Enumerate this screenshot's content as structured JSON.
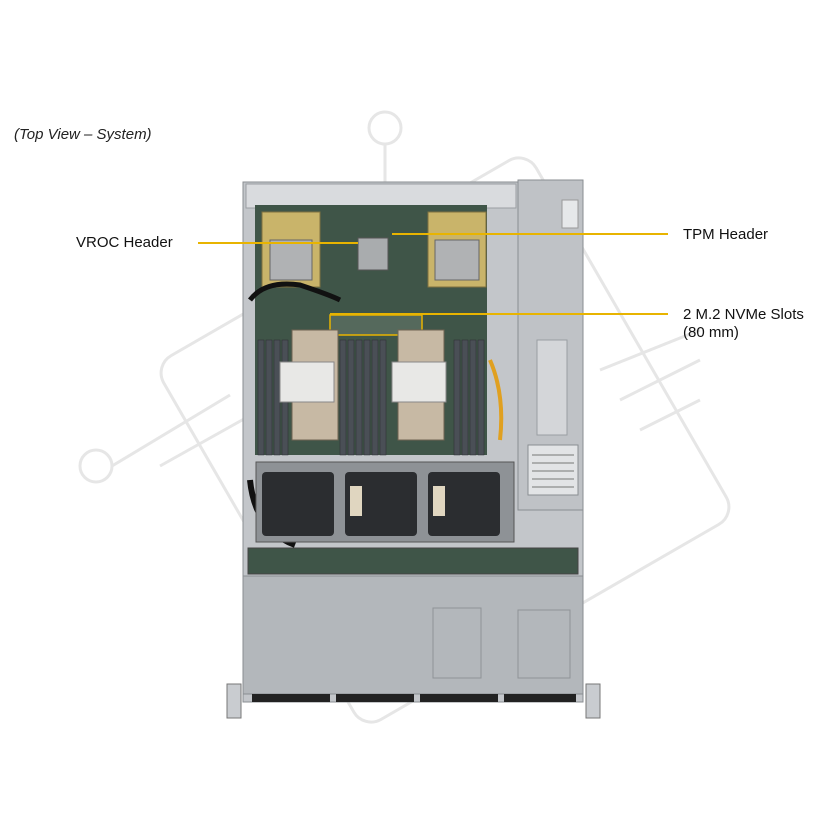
{
  "caption": "(Top View – System)",
  "callouts": {
    "vroc": "VROC Header",
    "tpm": "TPM Header",
    "m2_line1": "2 M.2 NVMe Slots",
    "m2_line2": "(80 mm)"
  },
  "colors": {
    "leader": "#e8b400",
    "watermark": "#e3e3e3",
    "chassis": "#b8bcc0",
    "board": "#3f5548",
    "dimm": "#4a4f56"
  }
}
